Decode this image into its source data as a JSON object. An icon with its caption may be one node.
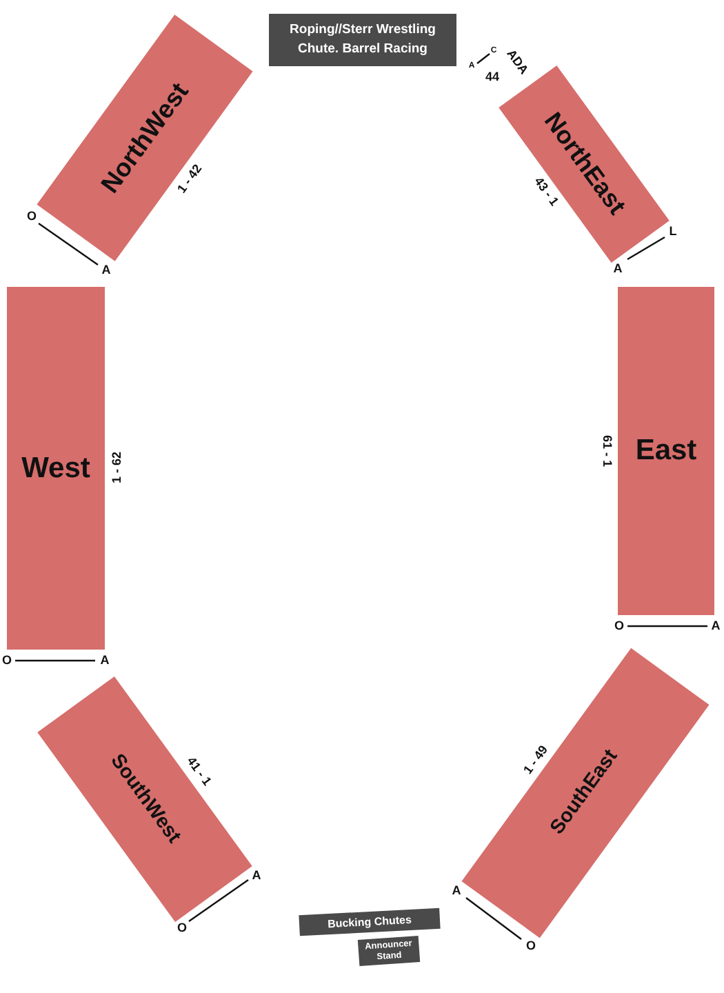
{
  "diagram": {
    "nodes": [
      {
        "text": [
          "NorthWest",
          "1 - 42"
        ]
      },
      {
        "text": [
          "Roping//Sterr Wrestling Chute. Barrel Racing"
        ]
      },
      {
        "text": [
          "NorthEast",
          "43 - 1"
        ]
      },
      {
        "text": [
          "West"
        ],
        "beside": [
          "1 - 62"
        ]
      },
      {
        "text": [
          "East"
        ],
        "beside": [
          "61 - 1"
        ]
      },
      {
        "text": [
          "SouthWest",
          "41 - 1"
        ]
      },
      {
        "text": [
          "SouthEast",
          "1 - 49"
        ]
      },
      {
        "text": [
          "Bucking Chutes"
        ]
      },
      {
        "text": [
          "Announcer Stand"
        ]
      }
    ],
    "labels": [
      "A",
      "C",
      "ADA",
      "44",
      "O",
      "A",
      "A",
      "L",
      "O",
      "A",
      "O",
      "A",
      "A",
      "O",
      "A",
      "O"
    ]
  }
}
